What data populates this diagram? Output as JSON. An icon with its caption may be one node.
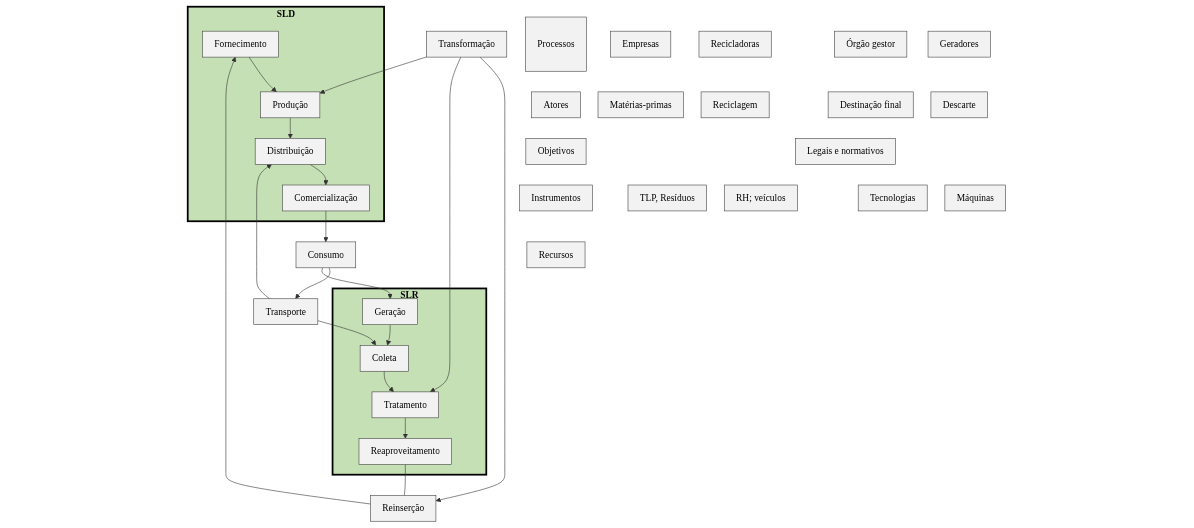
{
  "diagram": {
    "nodes": [
      {
        "text": [
          "SLD"
        ]
      },
      {
        "text": [
          "Fornecimento"
        ],
        "in": 0
      },
      {
        "text": [
          "Produção"
        ],
        "in": 0
      },
      {
        "text": [
          "Distribuição"
        ],
        "in": 0
      },
      {
        "text": [
          "Comercialização"
        ],
        "in": 0
      },
      {
        "text": [
          "Reinserção"
        ]
      },
      {
        "text": [
          "Transformação"
        ]
      },
      {
        "text": [
          "Transporte"
        ]
      },
      {
        "text": [
          "Consumo"
        ]
      },
      {
        "text": [
          "SLR"
        ]
      },
      {
        "text": [
          "Reaproveitamento"
        ],
        "in": 9
      },
      {
        "text": [
          "Tratamento"
        ],
        "in": 9
      },
      {
        "text": [
          "Coleta"
        ],
        "in": 9
      },
      {
        "text": [
          "Geração"
        ],
        "in": 9
      },
      {
        "text": [
          "Processos"
        ]
      },
      {
        "text": [
          "Empresas"
        ]
      },
      {
        "text": [
          "Recicladoras"
        ]
      },
      {
        "text": [
          "Órgão gestor"
        ]
      },
      {
        "text": [
          "Geradores"
        ]
      },
      {
        "text": [
          "Atores"
        ]
      },
      {
        "text": [
          "Matérias-primas"
        ]
      },
      {
        "text": [
          "Reciclagem"
        ]
      },
      {
        "text": [
          "Destinação final"
        ]
      },
      {
        "text": [
          "Descarte"
        ]
      },
      {
        "text": [
          "Objetivos"
        ]
      },
      {
        "text": [
          "Legais e normativos"
        ]
      },
      {
        "text": [
          "Instrumentos"
        ]
      },
      {
        "text": [
          "Máquinas"
        ]
      },
      {
        "text": [
          "Tecnologias"
        ]
      },
      {
        "text": [
          "RH; veículos"
        ]
      },
      {
        "text": [
          "TLP, Resíduos"
        ]
      },
      {
        "text": [
          "Recursos"
        ]
      }
    ],
    "edges": [
      {
        "from": 1,
        "to": 2,
        "arrow": "to"
      },
      {
        "from": 2,
        "to": 3,
        "arrow": "to"
      },
      {
        "from": 3,
        "to": 4,
        "arrow": "to"
      },
      {
        "from": 4,
        "to": 8,
        "arrow": "to"
      },
      {
        "from": 8,
        "to": 7,
        "arrow": "to"
      },
      {
        "from": 7,
        "to": 3,
        "arrow": "to"
      },
      {
        "from": 7,
        "to": 12,
        "arrow": "to"
      },
      {
        "from": 8,
        "to": 13,
        "arrow": "to"
      },
      {
        "from": 13,
        "to": 12,
        "arrow": "to"
      },
      {
        "from": 12,
        "to": 11,
        "arrow": "to"
      },
      {
        "from": 11,
        "to": 10,
        "arrow": "to"
      },
      {
        "from": 10,
        "to": 5,
        "arrow": "none"
      },
      {
        "from": 5,
        "to": 1,
        "arrow": "to"
      },
      {
        "from": 6,
        "to": 5,
        "arrow": "to"
      },
      {
        "from": 6,
        "to": 2,
        "arrow": "to"
      },
      {
        "from": 6,
        "to": 11,
        "arrow": "to"
      }
    ]
  }
}
